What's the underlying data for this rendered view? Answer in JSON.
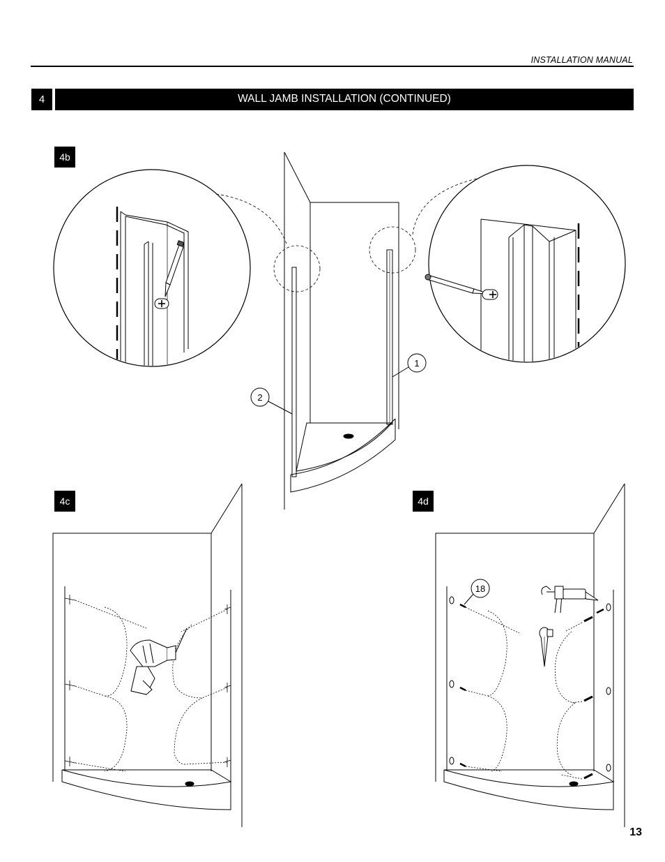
{
  "header": {
    "manual_title": "INSTALLATION MANUAL"
  },
  "step": {
    "number": "4",
    "title": "WALL JAMB INSTALLATION (CONTINUED)"
  },
  "figures": {
    "tag_4b": "4b",
    "tag_4c": "4c",
    "tag_4d": "4d"
  },
  "callouts": {
    "part_1": "1",
    "part_2": "2",
    "part_18": "18"
  },
  "footer": {
    "page_number": "13"
  },
  "icons": [
    "pencil-icon",
    "drill-icon",
    "caulk-gun-icon",
    "screwdriver-icon",
    "screw-icon"
  ]
}
